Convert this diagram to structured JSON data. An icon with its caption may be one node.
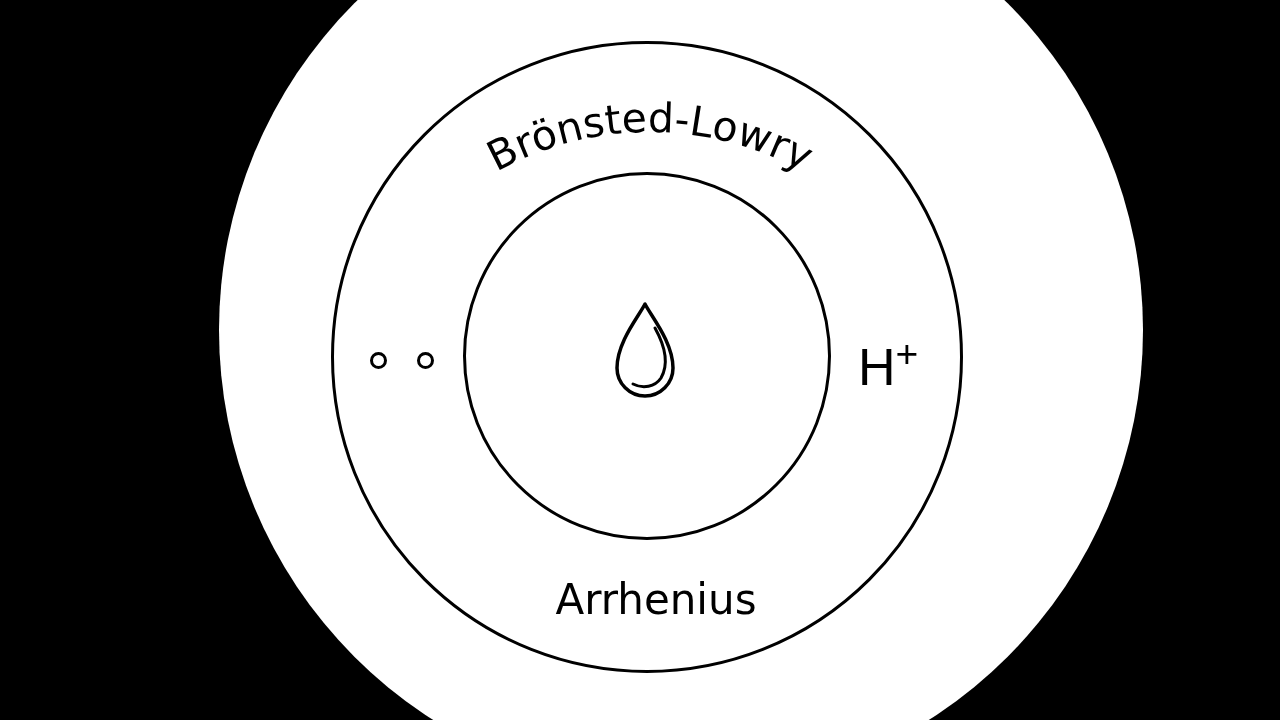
{
  "diagram": {
    "nodes": [
      {
        "text": [],
        "shape": "circle"
      },
      {
        "text": [
          "Brönsted-Lowry"
        ],
        "in": 0
      },
      {
        "text": [
          "Arrhenius"
        ],
        "in": 1
      }
    ],
    "labels": [
      "H$^{+}$"
    ]
  }
}
